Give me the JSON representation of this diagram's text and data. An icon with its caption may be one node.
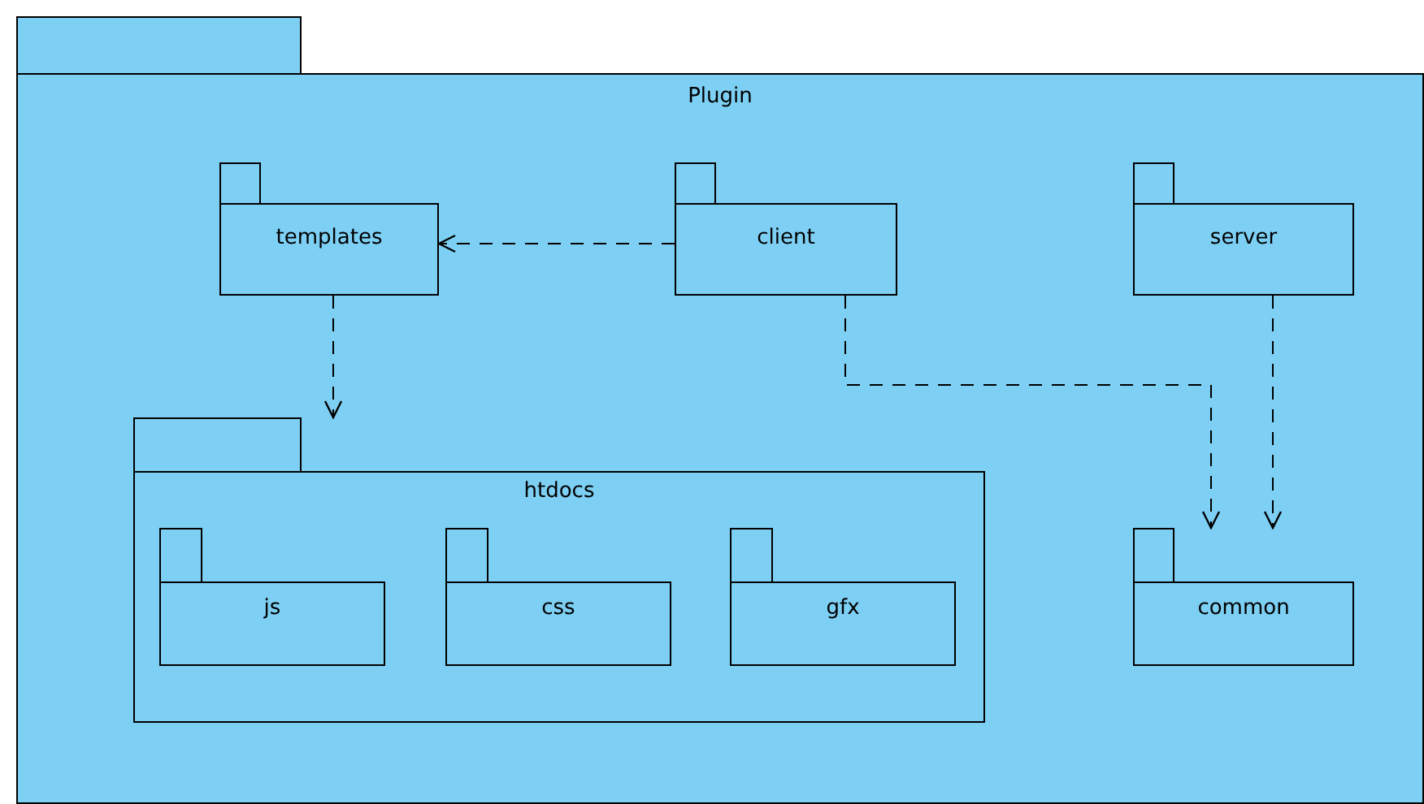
{
  "diagram": {
    "nodes": [
      {
        "text": [
          "Plugin"
        ]
      },
      {
        "text": [
          "templates"
        ],
        "in": 0
      },
      {
        "text": [
          "client"
        ],
        "in": 0
      },
      {
        "text": [
          "server"
        ],
        "in": 0
      },
      {
        "text": [
          "htdocs"
        ],
        "in": 0
      },
      {
        "text": [
          "js"
        ],
        "in": 4
      },
      {
        "text": [
          "css"
        ],
        "in": 4
      },
      {
        "text": [
          "gfx"
        ],
        "in": 4
      },
      {
        "text": [
          "common"
        ],
        "in": 0
      }
    ],
    "edges": [
      {
        "from": 2,
        "to": 1,
        "arrow": "to",
        "style": "dashed"
      },
      {
        "from": 1,
        "to": 4,
        "arrow": "to",
        "style": "dashed"
      },
      {
        "from": 2,
        "to": 8,
        "arrow": "to",
        "style": "dashed"
      },
      {
        "from": 3,
        "to": 8,
        "arrow": "to",
        "style": "dashed"
      }
    ]
  }
}
